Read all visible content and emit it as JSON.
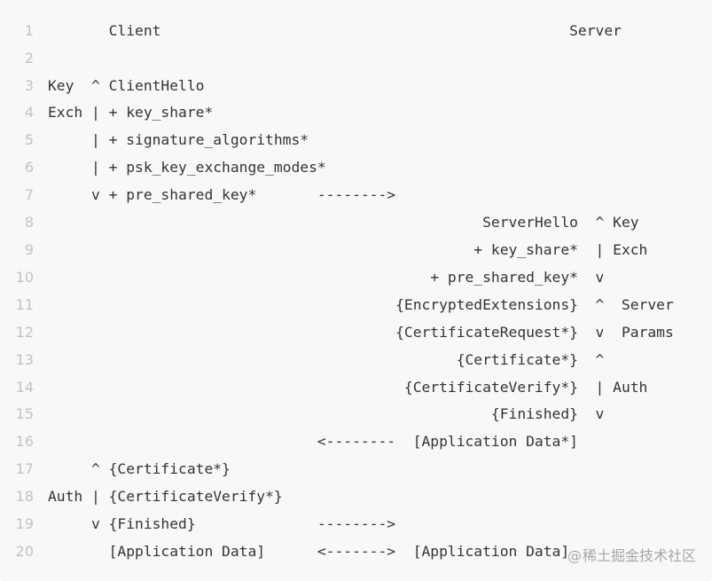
{
  "code_block": {
    "lines": [
      {
        "number": "1",
        "text": "       Client                                               Server"
      },
      {
        "number": "2",
        "text": ""
      },
      {
        "number": "3",
        "text": "Key  ^ ClientHello"
      },
      {
        "number": "4",
        "text": "Exch | + key_share*"
      },
      {
        "number": "5",
        "text": "     | + signature_algorithms*"
      },
      {
        "number": "6",
        "text": "     | + psk_key_exchange_modes*"
      },
      {
        "number": "7",
        "text": "     v + pre_shared_key*       -------->"
      },
      {
        "number": "8",
        "text": "                                                  ServerHello  ^ Key"
      },
      {
        "number": "9",
        "text": "                                                 + key_share*  | Exch"
      },
      {
        "number": "10",
        "text": "                                            + pre_shared_key*  v"
      },
      {
        "number": "11",
        "text": "                                        {EncryptedExtensions}  ^  Server"
      },
      {
        "number": "12",
        "text": "                                        {CertificateRequest*}  v  Params"
      },
      {
        "number": "13",
        "text": "                                               {Certificate*}  ^"
      },
      {
        "number": "14",
        "text": "                                         {CertificateVerify*}  | Auth"
      },
      {
        "number": "15",
        "text": "                                                   {Finished}  v"
      },
      {
        "number": "16",
        "text": "                               <--------  [Application Data*]"
      },
      {
        "number": "17",
        "text": "     ^ {Certificate*}"
      },
      {
        "number": "18",
        "text": "Auth | {CertificateVerify*}"
      },
      {
        "number": "19",
        "text": "     v {Finished}              -------->"
      },
      {
        "number": "20",
        "text": "       [Application Data]      <------->  [Application Data]"
      }
    ]
  },
  "watermark": {
    "at": "@",
    "text": "稀土掘金技术社区"
  }
}
